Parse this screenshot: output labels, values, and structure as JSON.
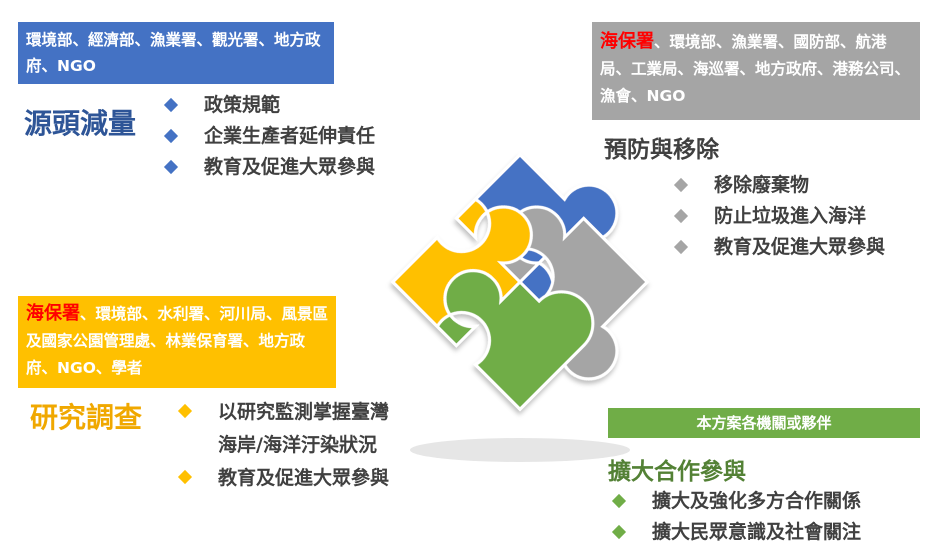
{
  "blue_section": {
    "agencies": "環境部、經濟部、漁業署、觀光署、地方政府、NGO",
    "heading": "源頭減量",
    "items": [
      "政策規範",
      "企業生產者延伸責任",
      "教育及促進大眾參與"
    ],
    "color": "#4472c4"
  },
  "gray_section": {
    "lead_agency": "海保署",
    "agencies": "、環境部、漁業署、國防部、航港局、工業局、海巡署、地方政府、港務公司、漁會、NGO",
    "heading": "預防與移除",
    "items": [
      "移除廢棄物",
      "防止垃圾進入海洋",
      "教育及促進大眾參與"
    ],
    "color": "#a5a5a5"
  },
  "yellow_section": {
    "lead_agency": "海保署",
    "agencies": "、環境部、水利署、河川局、風景區及國家公園管理處、林業保育署、地方政府、NGO、學者",
    "heading": "研究調查",
    "items": [
      "以研究監測掌握臺灣",
      "海岸/海洋汙染狀況",
      "教育及促進大眾參與"
    ],
    "color": "#ffc000"
  },
  "green_section": {
    "agencies": "本方案各機關或夥伴",
    "heading": "擴大合作參與",
    "items": [
      "擴大及強化多方合作關係",
      "擴大民眾意識及社會關注"
    ],
    "color": "#70ad47"
  }
}
